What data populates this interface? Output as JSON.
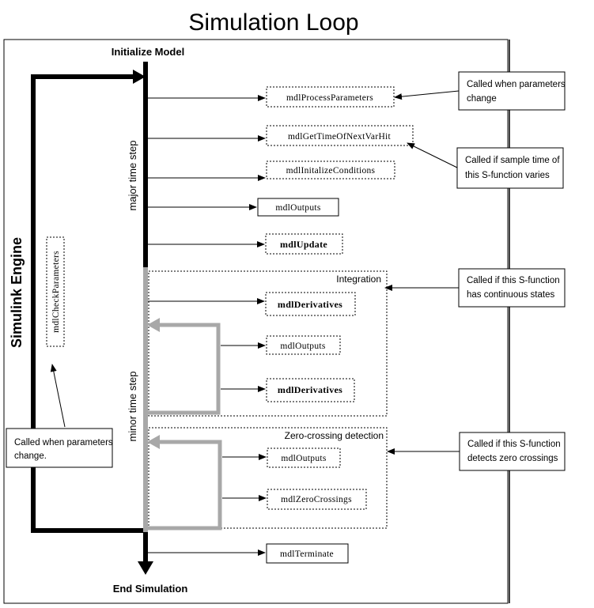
{
  "title": "Simulation Loop",
  "labels": {
    "initialize": "Initialize Model",
    "end": "End Simulation",
    "engine": "Simulink Engine",
    "major_step": "major time step",
    "minor_step": "minor time step",
    "integration": "Integration",
    "zero_crossing": "Zero-crossing detection"
  },
  "functions": {
    "process_params": "mdlProcessParameters",
    "next_var_hit": "mdlGetTimeOfNextVarHit",
    "init_conditions": "mdlInitalizeConditions",
    "outputs_major": "mdlOutputs",
    "update": "mdlUpdate",
    "derivatives_1": "mdlDerivatives",
    "outputs_int": "mdlOutputs",
    "derivatives_2": "mdlDerivatives",
    "outputs_zc": "mdlOutputs",
    "zero_crossings": "mdlZeroCrossings",
    "terminate": "mdlTerminate",
    "check_params": "mdlCheckParameters"
  },
  "notes": {
    "params_l1": "Called when parameters",
    "params_l2": "change",
    "sample_l1": "Called if sample time of",
    "sample_l2": "this S-function varies",
    "cont_l1": "Called if this S-function",
    "cont_l2": "has continuous states",
    "zc_l1": "Called if this S-function",
    "zc_l2": "detects zero crossings",
    "engine_l1": "Called when parameters",
    "engine_l2": "change."
  },
  "colors": {
    "major_line": "#000000",
    "minor_line": "#a8a8a8"
  }
}
